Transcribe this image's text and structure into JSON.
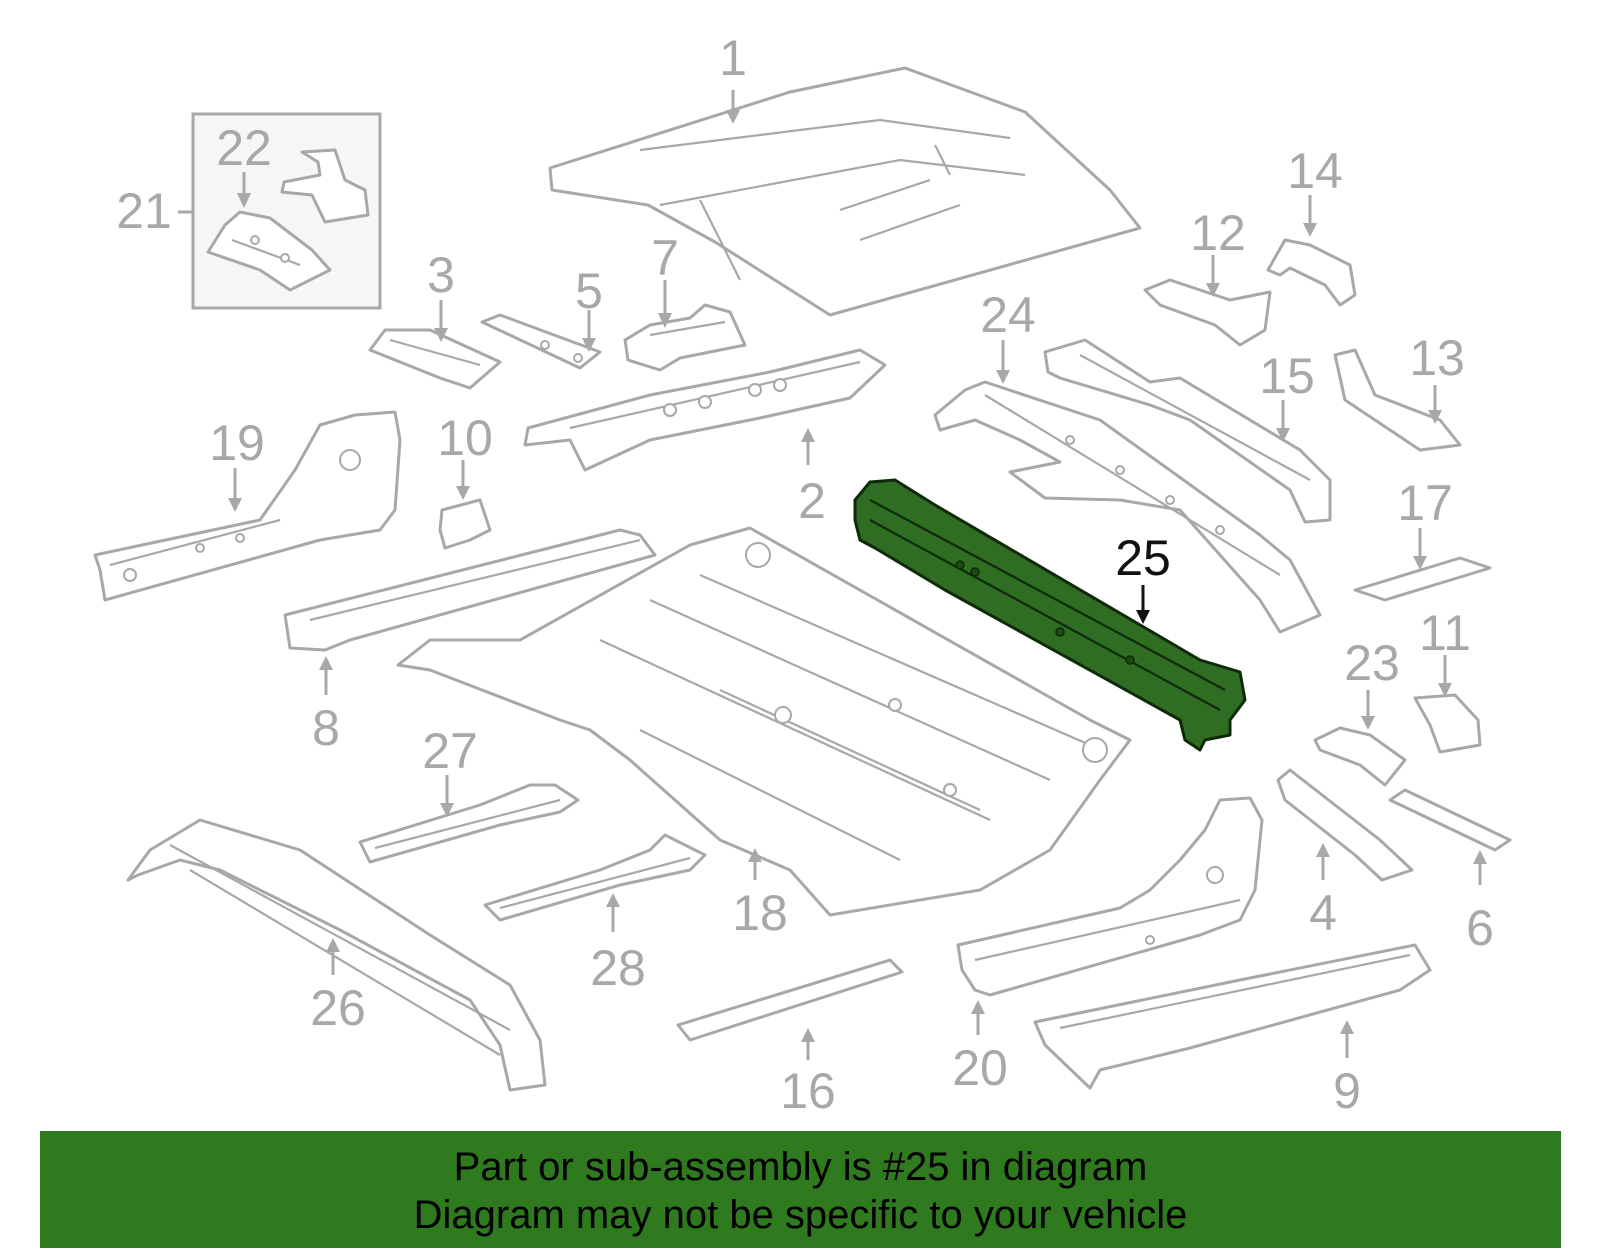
{
  "diagram": {
    "highlighted_part": "25",
    "callouts": [
      "1",
      "2",
      "3",
      "4",
      "5",
      "6",
      "7",
      "8",
      "9",
      "10",
      "11",
      "12",
      "13",
      "14",
      "15",
      "16",
      "17",
      "18",
      "19",
      "20",
      "21",
      "22",
      "23",
      "24",
      "25",
      "26",
      "27",
      "28"
    ]
  },
  "banner": {
    "line1": "Part or sub-assembly is #25 in diagram",
    "line2": "Diagram may not be specific to your vehicle",
    "background": "#2f7a1f"
  },
  "colors": {
    "line_art": "#a8a8a8",
    "highlight_fill": "#2f6e22",
    "highlight_label": "#111111"
  }
}
